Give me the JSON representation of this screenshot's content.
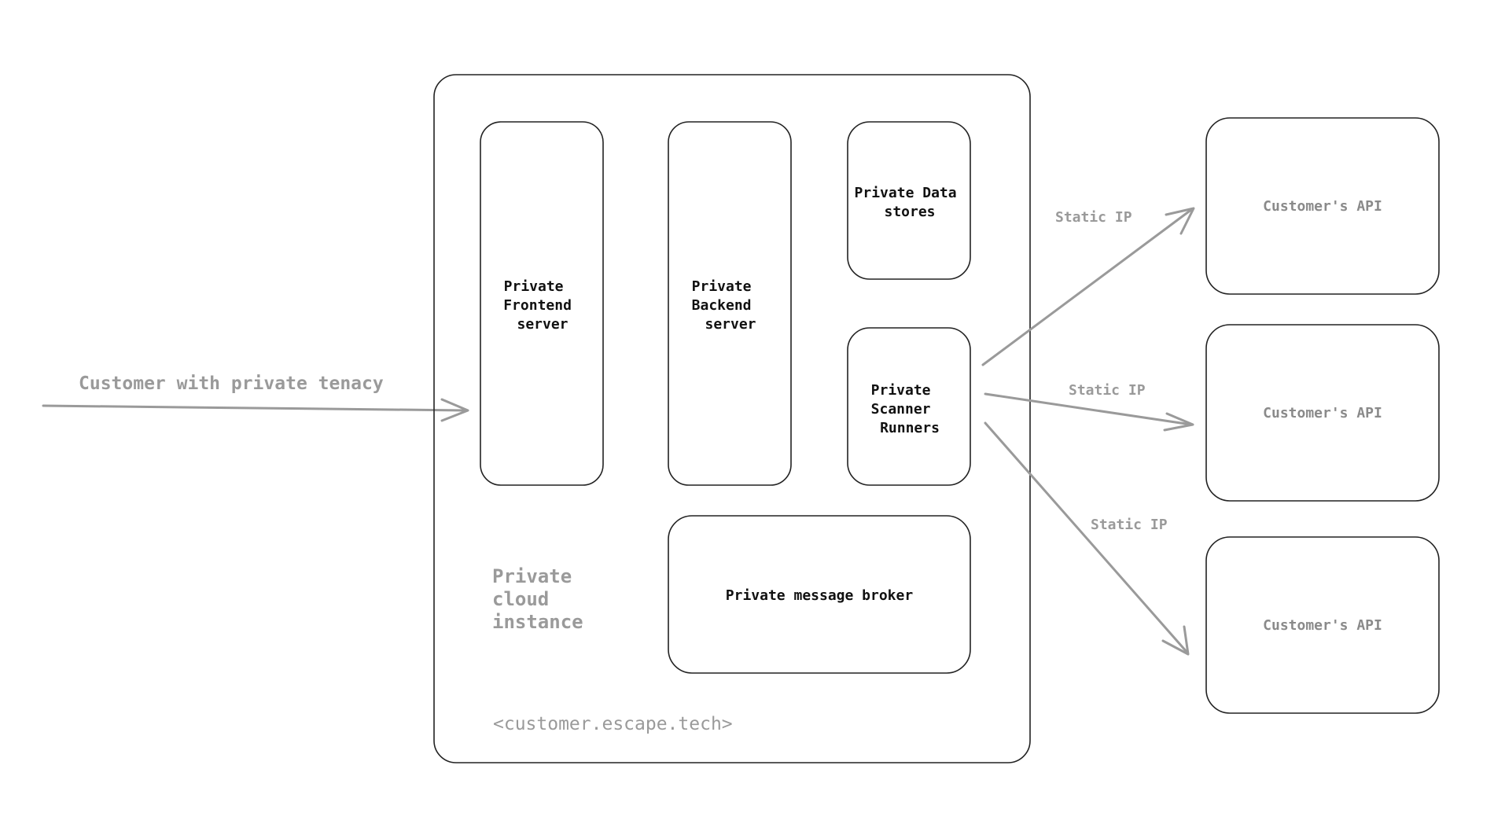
{
  "customer_label": "Customer with private tenacy",
  "cloud": {
    "label_lines": [
      "Private",
      "cloud",
      "instance"
    ],
    "domain": "<customer.escape.tech>"
  },
  "nodes": {
    "frontend": [
      "Private",
      "Frontend",
      "server"
    ],
    "backend": [
      "Private",
      "Backend",
      "server"
    ],
    "data_stores": [
      "Private Data",
      "stores"
    ],
    "scanner_runners": [
      "Private",
      "Scanner",
      "Runners"
    ],
    "message_broker": [
      "Private message broker"
    ]
  },
  "connections": [
    {
      "label": "Static IP",
      "target": "Customer's API"
    },
    {
      "label": "Static IP",
      "target": "Customer's API"
    },
    {
      "label": "Static IP",
      "target": "Customer's API"
    }
  ],
  "colors": {
    "box_stroke": "#222222",
    "arrow": "#9a9a9a",
    "muted_text": "#9a9a9a",
    "api_text": "#8a8a8a"
  }
}
